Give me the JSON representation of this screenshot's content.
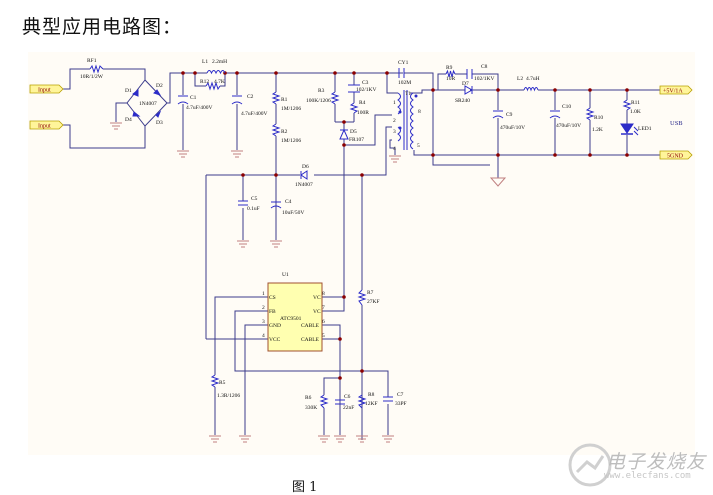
{
  "heading": "典型应用电路图：",
  "caption": "图 1",
  "watermark": {
    "title": "电子发烧友",
    "url": "www.elecfans.com"
  },
  "colors": {
    "wire": "#3c3c8c",
    "component": "#2c2cc8",
    "ground": "#c08080",
    "junction": "#8b0000",
    "port_fill": "#fff59a",
    "port_stroke": "#b8a000",
    "ic_fill": "#ffffb0",
    "ic_stroke": "#a05030",
    "canvas": "#fffcf6"
  },
  "schematic": {
    "ports": {
      "input1": "Input",
      "input2": "Input",
      "vout": "+5V/1A",
      "gnd": "5GND",
      "usb": "USB"
    },
    "components": {
      "RF1": {
        "ref": "RF1",
        "value": "10R/1/2W"
      },
      "D1": {
        "ref": "D1"
      },
      "D2": {
        "ref": "D2"
      },
      "D3": {
        "ref": "D3"
      },
      "D4": {
        "ref": "D4"
      },
      "bridge": {
        "value": "1N4007"
      },
      "L1": {
        "ref": "L1",
        "value": "2.2mH"
      },
      "R12": {
        "ref": "R12",
        "value": "4.7K"
      },
      "C1": {
        "ref": "C1",
        "value": "4.7uF/400V"
      },
      "C2": {
        "ref": "C2",
        "value": "4.7uF/400V"
      },
      "R1": {
        "ref": "R1",
        "value": "1M/1206"
      },
      "R2": {
        "ref": "R2",
        "value": "1M/1206"
      },
      "R3": {
        "ref": "R3",
        "value": "100K/1206"
      },
      "C3": {
        "ref": "C3",
        "value": "102/1KV"
      },
      "R4": {
        "ref": "R4",
        "value": "100R"
      },
      "D5": {
        "ref": "D5",
        "value": "FR107"
      },
      "CY1": {
        "ref": "CY1",
        "value": "102M"
      },
      "T1": {
        "ref": "T1",
        "pins": [
          "1",
          "2",
          "3",
          "4",
          "5",
          "8"
        ]
      },
      "R9": {
        "ref": "R9",
        "value": "10R"
      },
      "C8": {
        "ref": "C8",
        "value": "102/1KV"
      },
      "D7": {
        "ref": "D7",
        "value": "SR240"
      },
      "L2": {
        "ref": "L2",
        "value": "4.7uH"
      },
      "C9": {
        "ref": "C9",
        "value": "470uF/10V"
      },
      "C10": {
        "ref": "C10",
        "value": "470uF/10V"
      },
      "R10": {
        "ref": "R10",
        "value": "1.2K"
      },
      "R11": {
        "ref": "R11",
        "value": "1.0K"
      },
      "LED1": {
        "ref": "LED1"
      },
      "D6": {
        "ref": "D6",
        "value": "1N4007"
      },
      "C5": {
        "ref": "C5",
        "value": "0.1uF"
      },
      "C4": {
        "ref": "C4",
        "value": "10uF/50V"
      },
      "U1": {
        "ref": "U1",
        "part": "ATC9501",
        "pins_left": [
          {
            "num": "1",
            "name": "CS"
          },
          {
            "num": "2",
            "name": "FB"
          },
          {
            "num": "3",
            "name": "GND"
          },
          {
            "num": "4",
            "name": "VCC"
          }
        ],
        "pins_right": [
          {
            "num": "8",
            "name": "VC"
          },
          {
            "num": "7",
            "name": "VC"
          },
          {
            "num": "6",
            "name": "CABLE"
          },
          {
            "num": "5",
            "name": "CABLE"
          }
        ]
      },
      "R7": {
        "ref": "R7",
        "value": "27KF"
      },
      "R5": {
        "ref": "R5",
        "value": "1.3R/1206"
      },
      "R6": {
        "ref": "R6",
        "value": "330K"
      },
      "C6": {
        "ref": "C6",
        "value": "22nF"
      },
      "R8": {
        "ref": "R8",
        "value": "12KF"
      },
      "C7": {
        "ref": "C7",
        "value": "33PF"
      }
    }
  }
}
